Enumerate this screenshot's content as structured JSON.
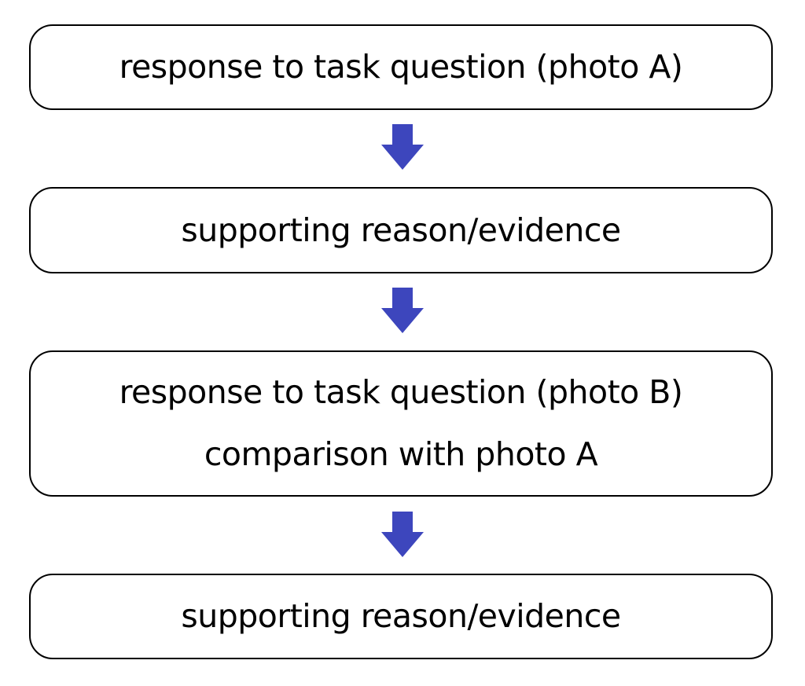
{
  "flowchart": {
    "steps": [
      {
        "lines": [
          "response to task question (photo A)"
        ]
      },
      {
        "lines": [
          "supporting reason/evidence"
        ]
      },
      {
        "lines": [
          "response to task question (photo B)",
          "comparison with photo A"
        ]
      },
      {
        "lines": [
          "supporting reason/evidence"
        ]
      }
    ],
    "arrow_color": "#3d46bd",
    "border_color": "#000000"
  }
}
